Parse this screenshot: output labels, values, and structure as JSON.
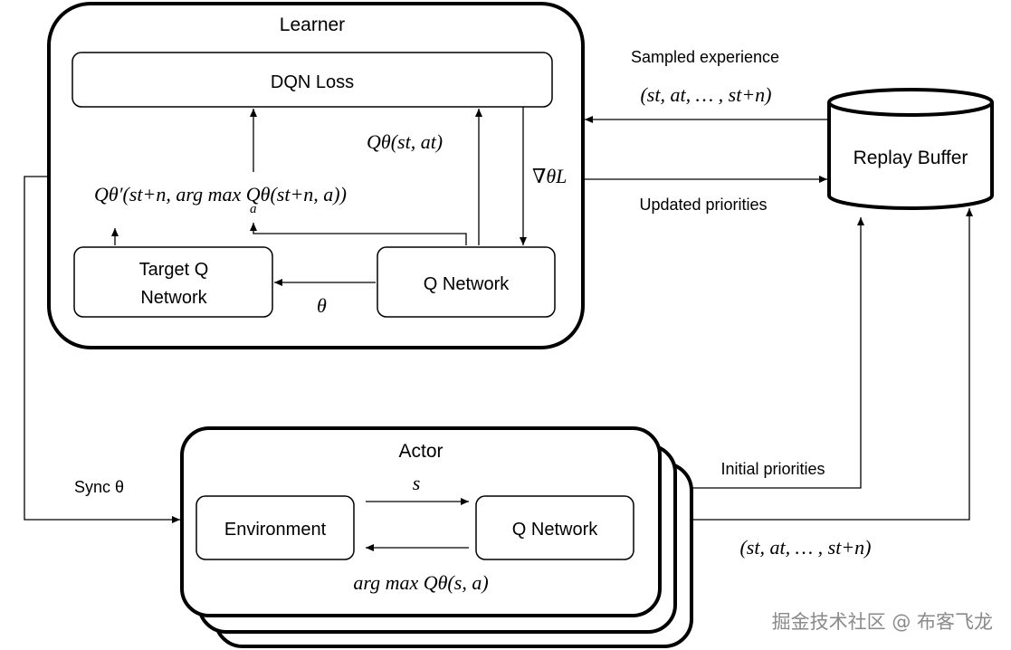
{
  "learner": {
    "title": "Learner",
    "dqn_loss": "DQN Loss",
    "target_q_line1": "Target Q",
    "target_q_line2": "Network",
    "q_network": "Q Network",
    "q_value_label": "Qθ(st, at)",
    "gradient_label": "∇θL",
    "target_expr": "Qθ′(st+n, arg max Qθ(st+n, a))",
    "argmax_sub": "a",
    "theta_label": "θ"
  },
  "replay_buffer": {
    "label": "Replay Buffer"
  },
  "edges": {
    "sampled_experience": "Sampled experience",
    "sampled_tuple": "(st, at, … , st+n)",
    "updated_priorities": "Updated priorities",
    "initial_priorities": "Initial priorities",
    "sync": "Sync θ",
    "actor_tuple": "(st, at, … , st+n)"
  },
  "actor": {
    "title": "Actor",
    "environment": "Environment",
    "q_network": "Q Network",
    "state_label": "s",
    "action_label": "arg max Qθ(s, a)"
  },
  "watermark": "掘金技术社区 @ 布客飞龙"
}
